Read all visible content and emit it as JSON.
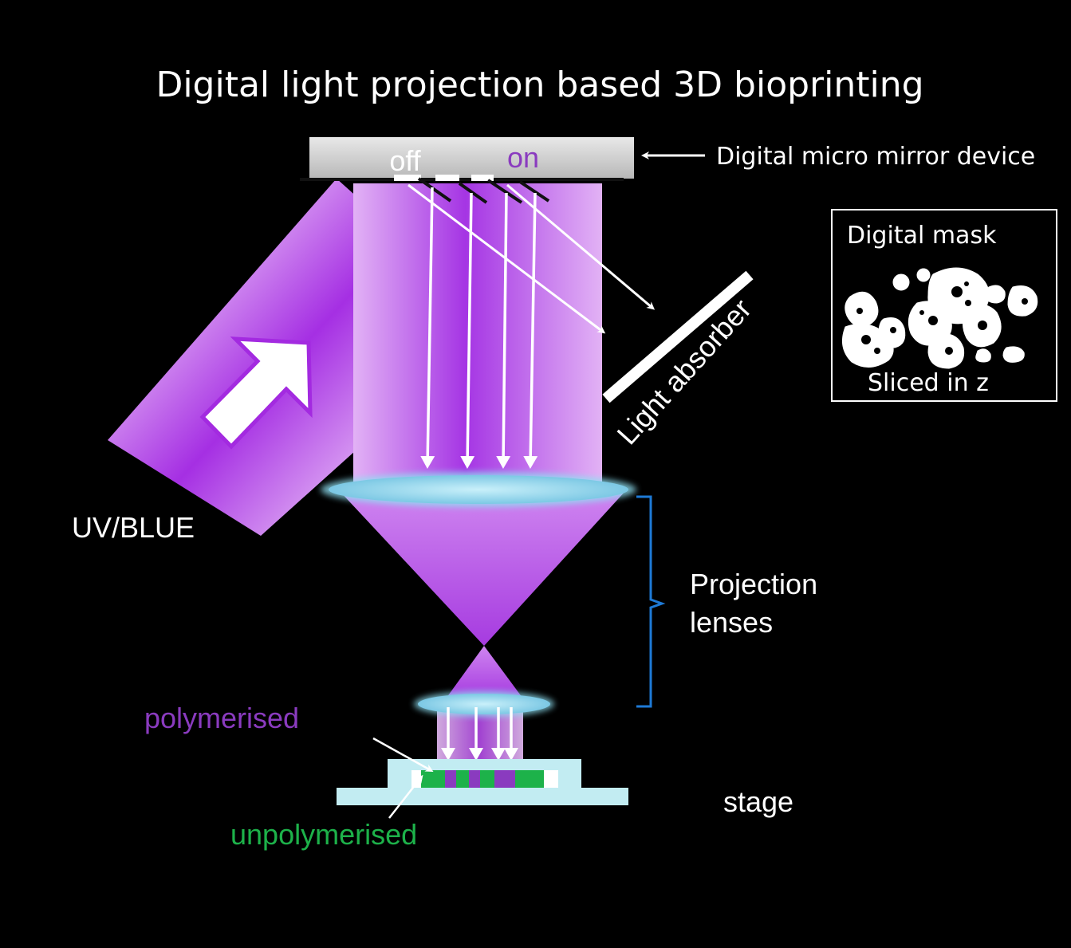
{
  "title": "Digital light projection based 3D bioprinting",
  "dmd": {
    "label": "Digital micro mirror device",
    "off_label": "off",
    "on_label": "on"
  },
  "light_absorber": {
    "label": "Light absorber"
  },
  "mask_box": {
    "title": "Digital mask",
    "caption": "Sliced in z"
  },
  "source": {
    "label": "UV/BLUE"
  },
  "projection": {
    "label_line1": "Projection",
    "label_line2": "lenses"
  },
  "sample": {
    "polymerised": "polymerised",
    "unpolymerised": "unpolymerised"
  },
  "stage": {
    "label": "stage"
  },
  "colors": {
    "beam": "#b44be8",
    "beam_light": "#e6b8f5",
    "lens": "#8fd8ec",
    "polymerised": "#8a3bbf",
    "unpolymerised": "#1db24a",
    "bracket": "#1e7ad6",
    "background": "#000000"
  }
}
